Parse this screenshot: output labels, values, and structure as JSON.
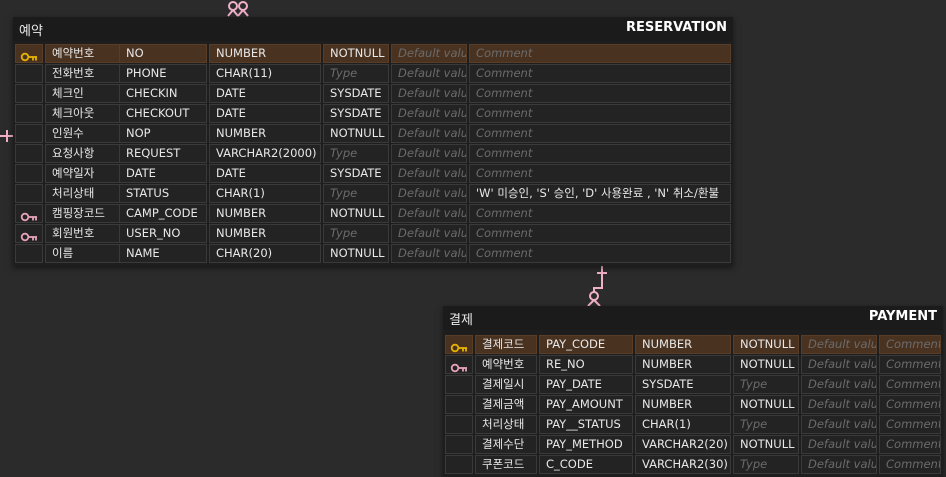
{
  "tables": {
    "reservation": {
      "logical_name": "예약",
      "physical_name": "RESERVATION",
      "placeholders": {
        "type": "Type",
        "default": "Default value",
        "comment": "Comment"
      },
      "columns": [
        {
          "lname": "예약번호",
          "pname": "NO",
          "type": "NUMBER",
          "nn": "NOTNULL",
          "default": "",
          "comment": "",
          "key": "pk"
        },
        {
          "lname": "전화번호",
          "pname": "PHONE",
          "type": "CHAR(11)",
          "nn": "",
          "default": "",
          "comment": "",
          "key": ""
        },
        {
          "lname": "체크인",
          "pname": "CHECKIN",
          "type": "DATE",
          "nn": "SYSDATE",
          "default": "",
          "comment": "",
          "key": ""
        },
        {
          "lname": "체크아웃",
          "pname": "CHECKOUT",
          "type": "DATE",
          "nn": "SYSDATE",
          "default": "",
          "comment": "",
          "key": ""
        },
        {
          "lname": "인원수",
          "pname": "NOP",
          "type": "NUMBER",
          "nn": "NOTNULL",
          "default": "",
          "comment": "",
          "key": ""
        },
        {
          "lname": "요청사항",
          "pname": "REQUEST",
          "type": "VARCHAR2(2000)",
          "nn": "",
          "default": "",
          "comment": "",
          "key": ""
        },
        {
          "lname": "예약일자",
          "pname": "DATE",
          "type": "DATE",
          "nn": "SYSDATE",
          "default": "",
          "comment": "",
          "key": ""
        },
        {
          "lname": "처리상태",
          "pname": "STATUS",
          "type": "CHAR(1)",
          "nn": "",
          "default": "",
          "comment": "'W' 미승인, 'S' 승인, 'D' 사용완료 , 'N' 취소/환불",
          "key": ""
        },
        {
          "lname": "캠핑장코드",
          "pname": "CAMP_CODE",
          "type": "NUMBER",
          "nn": "NOTNULL",
          "default": "",
          "comment": "",
          "key": "fk"
        },
        {
          "lname": "회원번호",
          "pname": "USER_NO",
          "type": "NUMBER",
          "nn": "",
          "default": "",
          "comment": "",
          "key": "fk"
        },
        {
          "lname": "이름",
          "pname": "NAME",
          "type": "CHAR(20)",
          "nn": "NOTNULL",
          "default": "",
          "comment": "",
          "key": ""
        }
      ]
    },
    "payment": {
      "logical_name": "결제",
      "physical_name": "PAYMENT",
      "placeholders": {
        "type": "Type",
        "default": "Default value",
        "comment": "Comment"
      },
      "columns": [
        {
          "lname": "결제코드",
          "pname": "PAY_CODE",
          "type": "NUMBER",
          "nn": "NOTNULL",
          "default": "",
          "comment": "",
          "key": "pk"
        },
        {
          "lname": "예약번호",
          "pname": "RE_NO",
          "type": "NUMBER",
          "nn": "NOTNULL",
          "default": "",
          "comment": "",
          "key": "fk"
        },
        {
          "lname": "결제일시",
          "pname": "PAY_DATE",
          "type": "SYSDATE",
          "nn": "",
          "default": "",
          "comment": "",
          "key": ""
        },
        {
          "lname": "결제금액",
          "pname": "PAY_AMOUNT",
          "type": "NUMBER",
          "nn": "NOTNULL",
          "default": "",
          "comment": "",
          "key": ""
        },
        {
          "lname": "처리상태",
          "pname": "PAY__STATUS",
          "type": "CHAR(1)",
          "nn": "",
          "default": "",
          "comment": "",
          "key": ""
        },
        {
          "lname": "결제수단",
          "pname": "PAY_METHOD",
          "type": "VARCHAR2(20)",
          "nn": "NOTNULL",
          "default": "",
          "comment": "",
          "key": ""
        },
        {
          "lname": "쿠폰코드",
          "pname": "C_CODE",
          "type": "VARCHAR2(30)",
          "nn": "",
          "default": "",
          "comment": "",
          "key": ""
        }
      ]
    }
  },
  "colors": {
    "background": "#2b2b2b",
    "pk_row": "#4a3220",
    "pk_icon": "#e6b400",
    "fk_icon": "#e6a3b8",
    "relationship_line": "#f0b0c8",
    "placeholder_text": "#6b6b6b"
  },
  "icons": {
    "pk": "primary-key-icon",
    "fk": "foreign-key-icon"
  }
}
